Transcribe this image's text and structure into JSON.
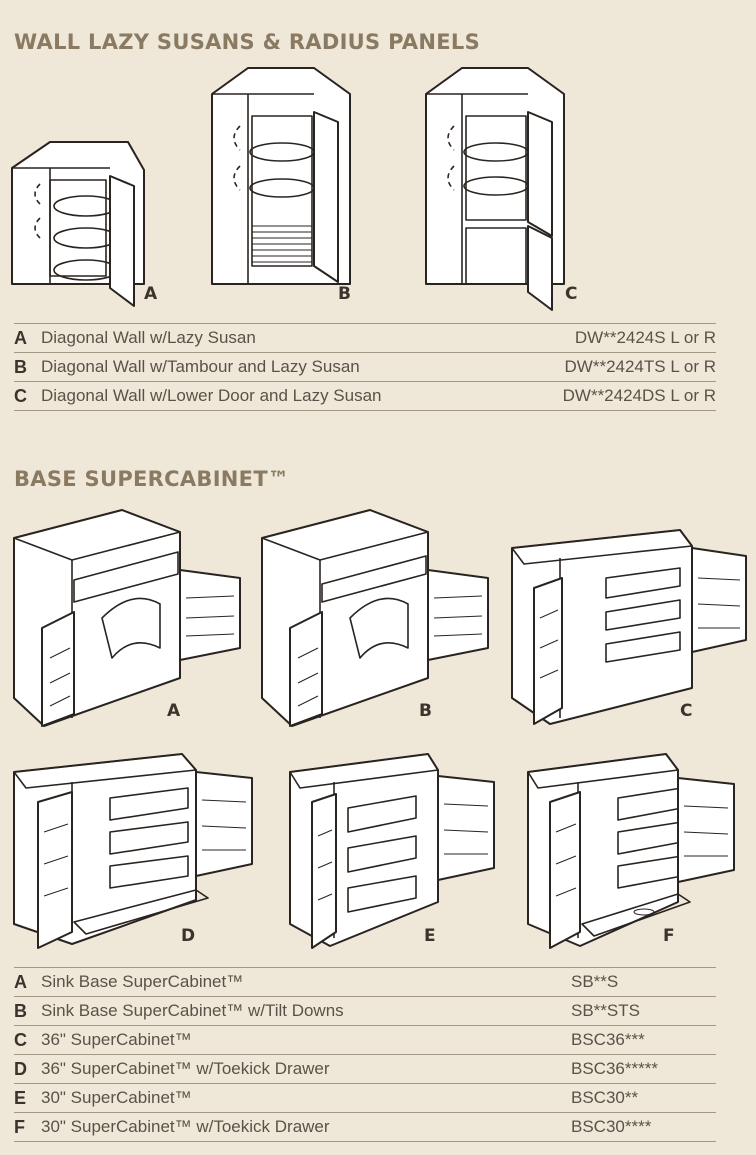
{
  "wall_section": {
    "title": "WALL LAZY SUSANS & RADIUS PANELS",
    "illustration_labels": [
      "A",
      "B",
      "C"
    ],
    "rows": [
      {
        "letter": "A",
        "description": "Diagonal Wall w/Lazy Susan",
        "code": "DW**2424S L or R"
      },
      {
        "letter": "B",
        "description": "Diagonal Wall w/Tambour and Lazy Susan",
        "code": "DW**2424TS L or R"
      },
      {
        "letter": "C",
        "description": "Diagonal Wall w/Lower Door and Lazy Susan",
        "code": "DW**2424DS L or R"
      }
    ]
  },
  "base_section": {
    "title": "BASE SUPERCABINET™",
    "illustration_labels": [
      "A",
      "B",
      "C",
      "D",
      "E",
      "F"
    ],
    "rows": [
      {
        "letter": "A",
        "description": "Sink Base SuperCabinet™",
        "code": "SB**S"
      },
      {
        "letter": "B",
        "description": "Sink Base SuperCabinet™ w/Tilt Downs",
        "code": "SB**STS"
      },
      {
        "letter": "C",
        "description": "36\" SuperCabinet™",
        "code": "BSC36***"
      },
      {
        "letter": "D",
        "description": "36\" SuperCabinet™ w/Toekick Drawer",
        "code": "BSC36*****"
      },
      {
        "letter": "E",
        "description": "30\" SuperCabinet™",
        "code": "BSC30**"
      },
      {
        "letter": "F",
        "description": "30\" SuperCabinet™ w/Toekick Drawer",
        "code": "BSC30****"
      }
    ]
  },
  "colors": {
    "background": "#efe8d9",
    "title": "#8a7a62",
    "rule": "#a39885",
    "text": "#5a5248"
  }
}
